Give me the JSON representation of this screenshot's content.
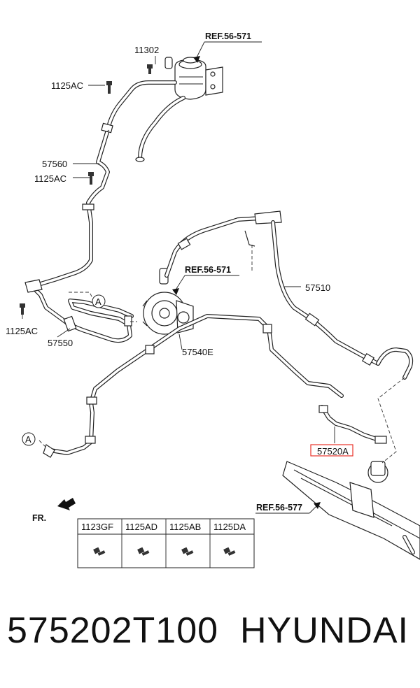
{
  "refs": {
    "ref_top": "REF.56-571",
    "ref_mid": "REF.56-571",
    "ref_bot": "REF.56-577"
  },
  "callouts": {
    "c11302": "11302",
    "c1125ac_top": "1125AC",
    "c57560": "57560",
    "c1125ac_mid": "1125AC",
    "c1125ac_low": "1125AC",
    "c57550": "57550",
    "c57510": "57510",
    "c57540e": "57540E",
    "c57520a": "57520A",
    "circle_a_upper": "A",
    "circle_a_lower": "A"
  },
  "front_label": "FR.",
  "bolt_table": {
    "headers": [
      "1123GF",
      "1125AD",
      "1125AB",
      "1125DA"
    ]
  },
  "highlight_color": "#e8332a",
  "caption": {
    "part_number": "575202T100",
    "brand": "HYUNDAI"
  }
}
